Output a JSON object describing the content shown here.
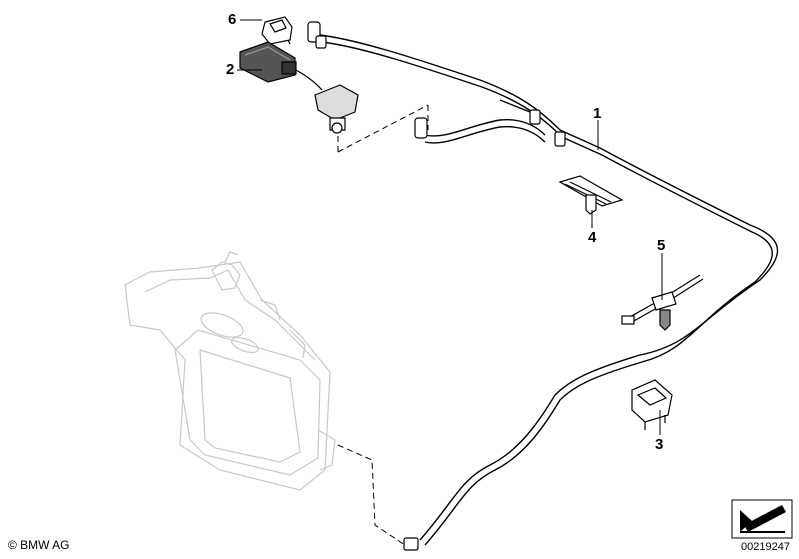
{
  "callouts": [
    {
      "id": "1",
      "label": "1"
    },
    {
      "id": "2",
      "label": "2"
    },
    {
      "id": "3",
      "label": "3"
    },
    {
      "id": "4",
      "label": "4"
    },
    {
      "id": "5",
      "label": "5"
    },
    {
      "id": "6",
      "label": "6"
    }
  ],
  "footer": {
    "copyright": "© BMW AG",
    "document_number": "00219247"
  },
  "icons": {
    "corner_logo": "arrow-diagram-icon"
  }
}
